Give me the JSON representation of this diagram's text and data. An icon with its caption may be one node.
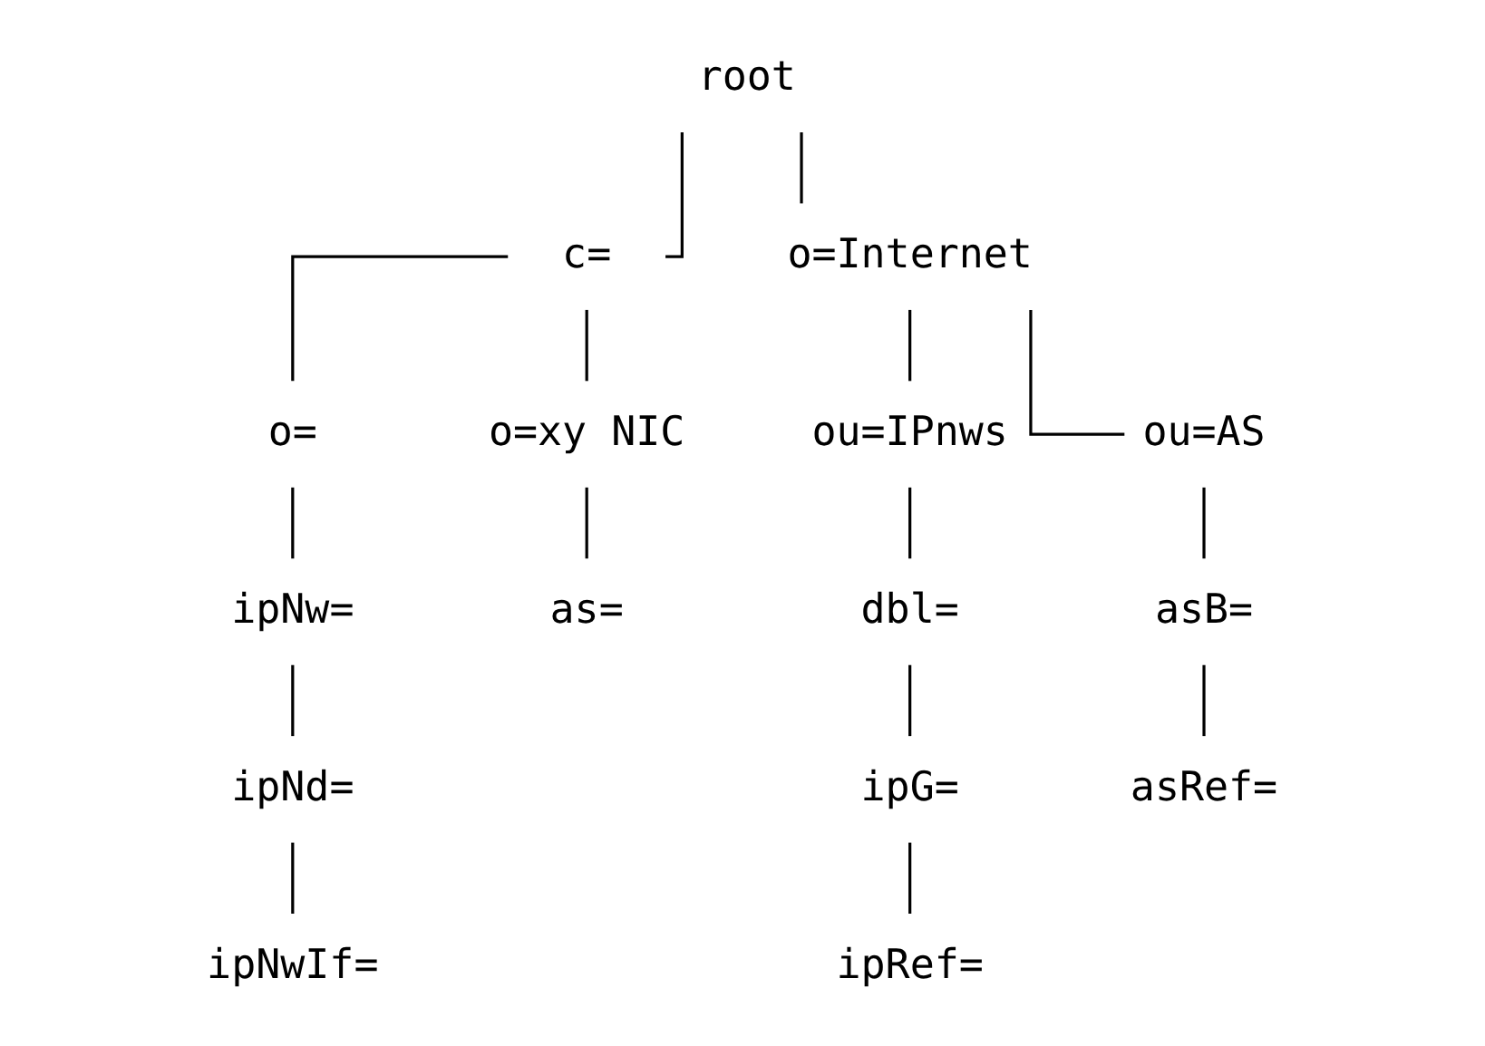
{
  "diagram": {
    "nodes": [
      {
        "text": [
          "root"
        ]
      },
      {
        "text": [
          "c="
        ]
      },
      {
        "text": [
          "o=Internet"
        ]
      },
      {
        "text": [
          "o="
        ]
      },
      {
        "text": [
          "o=xy NIC"
        ]
      },
      {
        "text": [
          "ou=IPnws"
        ]
      },
      {
        "text": [
          "ou=AS"
        ]
      },
      {
        "text": [
          "ipNw="
        ]
      },
      {
        "text": [
          "as="
        ]
      },
      {
        "text": [
          "dbl="
        ]
      },
      {
        "text": [
          "asB="
        ]
      },
      {
        "text": [
          "ipNd="
        ]
      },
      {
        "text": [
          "ipG="
        ]
      },
      {
        "text": [
          "asRef="
        ]
      },
      {
        "text": [
          "ipNwIf="
        ]
      },
      {
        "text": [
          "ipRef="
        ]
      }
    ],
    "edges": [
      {
        "from": 0,
        "to": 1,
        "arrow": "none"
      },
      {
        "from": 0,
        "to": 2,
        "arrow": "none"
      },
      {
        "from": 1,
        "to": 3,
        "arrow": "none"
      },
      {
        "from": 1,
        "to": 4,
        "arrow": "none"
      },
      {
        "from": 2,
        "to": 5,
        "arrow": "none"
      },
      {
        "from": 2,
        "to": 6,
        "arrow": "none"
      },
      {
        "from": 3,
        "to": 7,
        "arrow": "none"
      },
      {
        "from": 4,
        "to": 8,
        "arrow": "none"
      },
      {
        "from": 5,
        "to": 9,
        "arrow": "none"
      },
      {
        "from": 6,
        "to": 10,
        "arrow": "none"
      },
      {
        "from": 7,
        "to": 11,
        "arrow": "none"
      },
      {
        "from": 9,
        "to": 12,
        "arrow": "none"
      },
      {
        "from": 10,
        "to": 13,
        "arrow": "none"
      },
      {
        "from": 11,
        "to": 14,
        "arrow": "none"
      },
      {
        "from": 12,
        "to": 15,
        "arrow": "none"
      }
    ]
  }
}
